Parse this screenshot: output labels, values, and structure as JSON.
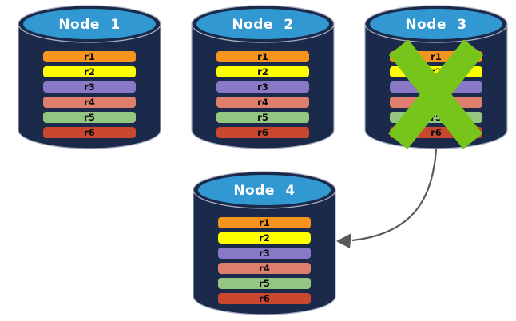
{
  "colors": {
    "cylinder_body": "#1B2A4B",
    "cylinder_top": "#3298D2",
    "cylinder_outline": "#A9B1C4",
    "title_text": "#FFFFFF",
    "row_text": "#0A0A0A",
    "failure_x": "#77C41B",
    "arrow": "#5A5A5A"
  },
  "nodes": [
    {
      "title": "Node 1",
      "rows": [
        {
          "label": "r1",
          "color": "#F7941D"
        },
        {
          "label": "r2",
          "color": "#FFFF00"
        },
        {
          "label": "r3",
          "color": "#8879C6"
        },
        {
          "label": "r4",
          "color": "#E07E6D"
        },
        {
          "label": "r5",
          "color": "#95C681"
        },
        {
          "label": "r6",
          "color": "#C9462F"
        }
      ]
    },
    {
      "title": "Node 2",
      "rows": [
        {
          "label": "r1",
          "color": "#F7941D"
        },
        {
          "label": "r2",
          "color": "#FFFF00"
        },
        {
          "label": "r3",
          "color": "#8879C6"
        },
        {
          "label": "r4",
          "color": "#E07E6D"
        },
        {
          "label": "r5",
          "color": "#95C681"
        },
        {
          "label": "r6",
          "color": "#C9462F"
        }
      ]
    },
    {
      "title": "Node 3",
      "status_icon": "failure-x",
      "rows": [
        {
          "label": "r1",
          "color": "#F7941D"
        },
        {
          "label": "r2",
          "color": "#FFFF00"
        },
        {
          "label": "r3",
          "color": "#8879C6"
        },
        {
          "label": "r4",
          "color": "#E07E6D"
        },
        {
          "label": "r5",
          "color": "#95C681"
        },
        {
          "label": "r6",
          "color": "#C9462F"
        }
      ]
    },
    {
      "title": "Node 4",
      "rows": [
        {
          "label": "r1",
          "color": "#F7941D"
        },
        {
          "label": "r2",
          "color": "#FFFF00"
        },
        {
          "label": "r3",
          "color": "#8879C6"
        },
        {
          "label": "r4",
          "color": "#E07E6D"
        },
        {
          "label": "r5",
          "color": "#95C681"
        },
        {
          "label": "r6",
          "color": "#C9462F"
        }
      ]
    }
  ]
}
